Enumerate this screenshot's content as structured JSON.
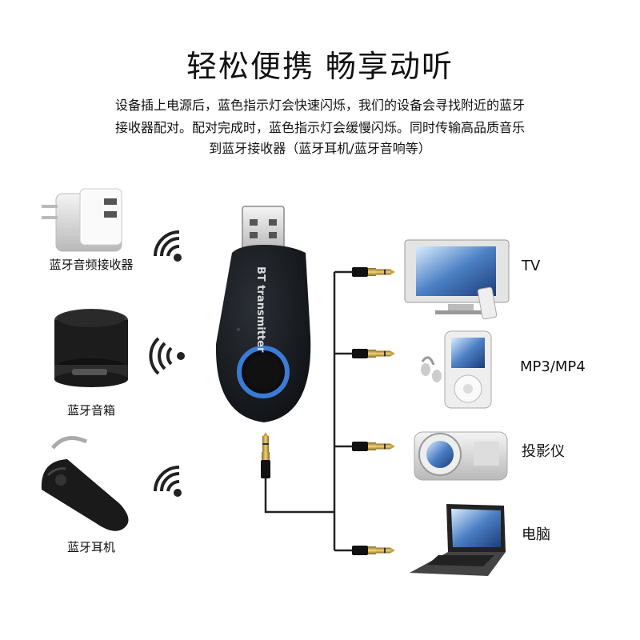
{
  "title": "轻松便携  畅享动听",
  "description": [
    "设备插上电源后，蓝色指示灯会快速闪烁，我们的设备会寻找附近的蓝牙",
    "接收器配对。配对完成时，蓝色指示灯会缓慢闪烁。同时传输高品质音乐",
    "到蓝牙接收器（蓝牙耳机/蓝牙音响等）"
  ],
  "transmitter": {
    "print": "BT transmitter",
    "led_color": "#3a7bd5"
  },
  "left_devices": [
    {
      "label": "蓝牙音频接收器",
      "icon": "usb-charger-receiver-icon"
    },
    {
      "label": "蓝牙音箱",
      "icon": "bluetooth-speaker-icon"
    },
    {
      "label": "蓝牙耳机",
      "icon": "bluetooth-headset-icon"
    }
  ],
  "right_devices": [
    {
      "label": "TV",
      "icon": "tv-icon"
    },
    {
      "label": "MP3/MP4",
      "icon": "mp3-player-icon"
    },
    {
      "label": "投影仪",
      "icon": "projector-icon"
    },
    {
      "label": "电脑",
      "icon": "laptop-icon"
    }
  ]
}
